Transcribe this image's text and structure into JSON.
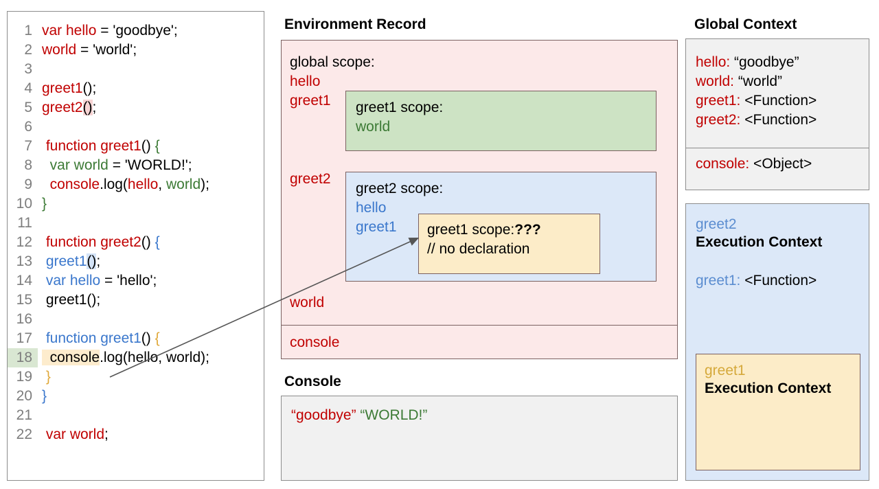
{
  "code_panel": {
    "lines": [
      {
        "num": "1",
        "tokens": [
          {
            "t": "var hello",
            "c": "r"
          },
          {
            "t": " = 'goodbye';",
            "c": "k"
          }
        ]
      },
      {
        "num": "2",
        "tokens": [
          {
            "t": "world",
            "c": "r"
          },
          {
            "t": " = 'world';",
            "c": "k"
          }
        ]
      },
      {
        "num": "3",
        "tokens": []
      },
      {
        "num": "4",
        "tokens": [
          {
            "t": "greet1",
            "c": "r"
          },
          {
            "t": "();",
            "c": "k"
          }
        ]
      },
      {
        "num": "5",
        "tokens": [
          {
            "t": "greet2",
            "c": "r"
          },
          {
            "t": "()",
            "c": "k hlpink"
          },
          {
            "t": ";",
            "c": "k"
          }
        ]
      },
      {
        "num": "6",
        "tokens": []
      },
      {
        "num": "7",
        "tokens": [
          {
            "t": " function greet1",
            "c": "r"
          },
          {
            "t": "() ",
            "c": "k"
          },
          {
            "t": "{",
            "c": "g"
          }
        ]
      },
      {
        "num": "8",
        "tokens": [
          {
            "t": "  var world",
            "c": "g"
          },
          {
            "t": " = 'WORLD!';",
            "c": "k"
          }
        ]
      },
      {
        "num": "9",
        "tokens": [
          {
            "t": "  console",
            "c": "r"
          },
          {
            "t": ".log(",
            "c": "k"
          },
          {
            "t": "hello",
            "c": "r"
          },
          {
            "t": ", ",
            "c": "k"
          },
          {
            "t": "world",
            "c": "g"
          },
          {
            "t": ");",
            "c": "k"
          }
        ]
      },
      {
        "num": "10",
        "tokens": [
          {
            "t": "}",
            "c": "g"
          }
        ]
      },
      {
        "num": "11",
        "tokens": []
      },
      {
        "num": "12",
        "tokens": [
          {
            "t": " function greet2",
            "c": "r"
          },
          {
            "t": "() ",
            "c": "k"
          },
          {
            "t": "{",
            "c": "b"
          }
        ]
      },
      {
        "num": "13",
        "tokens": [
          {
            "t": " greet1",
            "c": "b"
          },
          {
            "t": "()",
            "c": "k hlblue"
          },
          {
            "t": ";",
            "c": "k"
          }
        ]
      },
      {
        "num": "14",
        "tokens": [
          {
            "t": " var hello",
            "c": "b"
          },
          {
            "t": " = 'hello';",
            "c": "k"
          }
        ]
      },
      {
        "num": "15",
        "tokens": [
          {
            "t": " greet1();",
            "c": "k"
          }
        ]
      },
      {
        "num": "16",
        "tokens": []
      },
      {
        "num": "17",
        "tokens": [
          {
            "t": " function greet1",
            "c": "b"
          },
          {
            "t": "() ",
            "c": "k"
          },
          {
            "t": "{",
            "c": "y"
          }
        ]
      },
      {
        "num": "18",
        "tokens": [
          {
            "t": "  console",
            "c": "k hlyellow"
          },
          {
            "t": ".log(hello, world);",
            "c": "k"
          }
        ],
        "num_highlight": true
      },
      {
        "num": "19",
        "tokens": [
          {
            "t": " }",
            "c": "y"
          }
        ]
      },
      {
        "num": "20",
        "tokens": [
          {
            "t": "}",
            "c": "b"
          }
        ]
      },
      {
        "num": "21",
        "tokens": []
      },
      {
        "num": "22",
        "tokens": [
          {
            "t": " var world",
            "c": "r"
          },
          {
            "t": ";",
            "c": "k"
          }
        ]
      }
    ]
  },
  "environment_record": {
    "heading": "Environment Record",
    "global_scope_label": "global scope:",
    "global_vars": [
      "hello",
      "greet1",
      "greet2",
      "world"
    ],
    "console_entry": "console",
    "greet1_scope": {
      "title": "greet1 scope:",
      "vars": [
        "world"
      ]
    },
    "greet2_scope": {
      "title": "greet2 scope:",
      "vars": [
        "hello",
        "greet1"
      ],
      "nested_greet1": {
        "title": "greet1 scope:",
        "title_emphasis": "???",
        "comment": "// no declaration"
      }
    }
  },
  "console": {
    "heading": "Console",
    "output": [
      {
        "text": "“goodbye”",
        "color": "#c00000"
      },
      {
        "text": "“WORLD!”",
        "color": "#3c7a35"
      }
    ]
  },
  "global_context": {
    "heading": "Global Context",
    "rows": [
      {
        "key": "hello",
        "value": "“goodbye”"
      },
      {
        "key": "world",
        "value": "“world”"
      },
      {
        "key": "greet1",
        "value": "<Function>"
      },
      {
        "key": "greet2",
        "value": "<Function>"
      }
    ],
    "object_row": {
      "key": "console",
      "value": "<Object>"
    }
  },
  "greet2_execution_context": {
    "name": "greet2",
    "title": "Execution Context",
    "rows": [
      {
        "key": "greet1",
        "value": "<Function>"
      }
    ]
  },
  "greet1_execution_context": {
    "name": "greet1",
    "title": "Execution Context"
  },
  "colors": {
    "red": "#c00000",
    "green": "#3c7a35",
    "blue": "#3a77cc",
    "yellow": "#d5a93b",
    "env_bg": "#fce9e9",
    "greet1_scope_bg": "#cde3c4",
    "greet2_scope_bg": "#dce8f8",
    "greet1_inner_bg": "#fcecc8",
    "panel_bg": "#f1f1f1",
    "border": "#7a6060"
  }
}
